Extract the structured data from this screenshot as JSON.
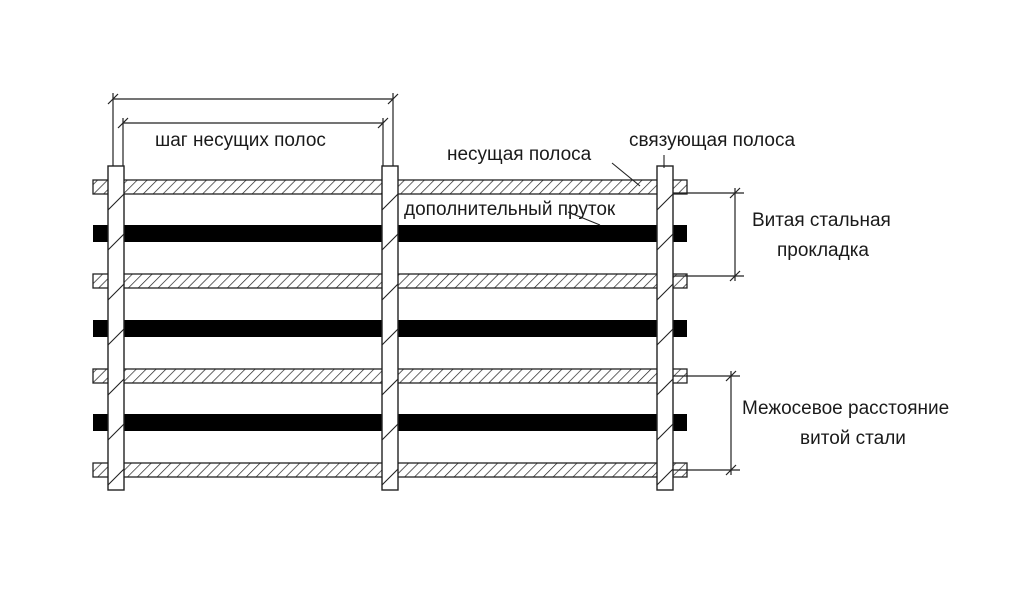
{
  "labels": {
    "bearing_pitch": "шаг несущих полос",
    "bearing_bar": "несущая полоса",
    "cross_bar": "связующая полоса",
    "extra_rod": "дополнительный пруток",
    "twisted_spacer_line1": "Витая стальная",
    "twisted_spacer_line2": "прокладка",
    "center_distance_line1": "Межосевое расстояние",
    "center_distance_line2": "витой стали"
  },
  "colors": {
    "stroke": "#222222",
    "solid_bar": "#000000",
    "background": "#ffffff"
  }
}
